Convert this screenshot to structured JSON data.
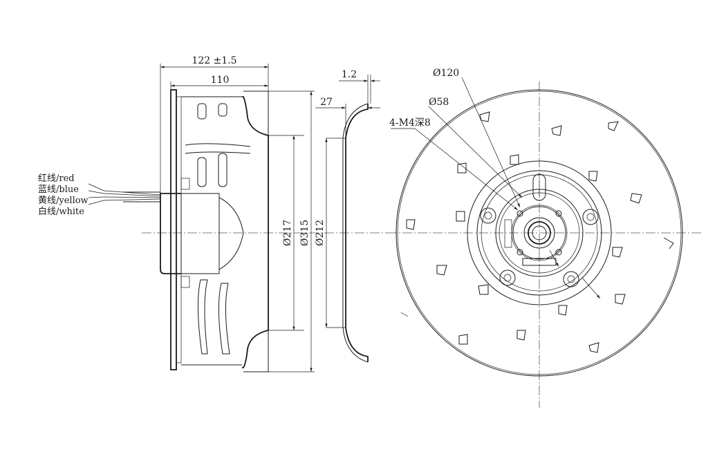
{
  "dimensions": {
    "overall_depth": "122 ±1.5",
    "impeller_depth": "110",
    "ring_thickness": "1.2",
    "ring_depth": "27",
    "dia_217": "Ø217",
    "dia_315": "Ø315",
    "dia_212": "Ø212",
    "dia_120": "Ø120",
    "dia_58": "Ø58",
    "mount_holes": "4-M4深8"
  },
  "wires": [
    {
      "label": "红线/red",
      "color": "#d22"
    },
    {
      "label": "蓝线/blue",
      "color": "#23c"
    },
    {
      "label": "黄线/yellow",
      "color": "#cc0"
    },
    {
      "label": "白线/white",
      "color": "#888"
    }
  ]
}
